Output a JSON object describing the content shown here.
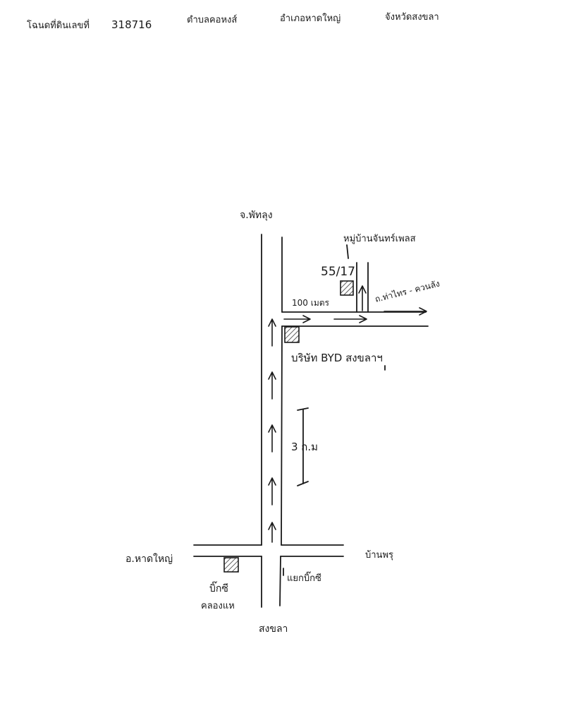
{
  "header": {
    "deed_label": "โฉนดที่ดินเลขที่",
    "deed_number": "318716",
    "subdistrict": "ตำบลคอหงส์",
    "district": "อำเภอหาดใหญ่",
    "province": "จังหวัดสงขลา"
  },
  "labels": {
    "north_destination": "จ.พัทลุง",
    "village": "หมู่บ้านจันทร์เพลส",
    "plot_number": "55/17",
    "distance_side": "100 เมตร",
    "cross_road": "ถ.ท่าไทร - ควนลัง",
    "byd_company": "บริษัท BYD สงขลาฯ",
    "distance_main": "3 ก.ม",
    "west_destination": "อ.หาดใหญ่",
    "east_destination": "บ้านพรุ",
    "junction_name": "แยกบิ๊กซี",
    "bigc_line1": "บิ๊กซี",
    "bigc_line2": "คลองแห",
    "south_destination": "สงขลา"
  }
}
